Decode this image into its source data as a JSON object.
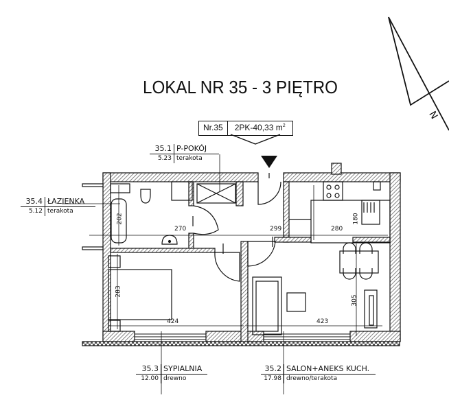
{
  "title": "LOKAL NR 35 - 3 PIĘTRO",
  "badge": {
    "number": "Nr.35",
    "type_area": "2PK-40,33 m",
    "unit_sup": "2"
  },
  "compass": {
    "label": "N",
    "icon": "north-arrow-icon"
  },
  "entrance_marker": {
    "icon": "entrance-triangle-icon"
  },
  "rooms": [
    {
      "id": "35.1",
      "name": "P-POKÓJ",
      "area": "5.23",
      "floor": "terakota"
    },
    {
      "id": "35.4",
      "name": "ŁAZIENKA",
      "area": "5.12",
      "floor": "terakota"
    },
    {
      "id": "35.3",
      "name": "SYPIALNIA",
      "area": "12.00",
      "floor": "drewno"
    },
    {
      "id": "35.2",
      "name": "SALON+ANEKS KUCH.",
      "area": "17.98",
      "floor": "drewno/terakota"
    }
  ],
  "dimensions": {
    "bath_height": "202",
    "hall_width": "270",
    "corridor_width": "299",
    "kitchen_width": "280",
    "kitchen_height": "180",
    "bedroom_height": "283",
    "bedroom_width": "424",
    "living_width": "423",
    "living_height": "305"
  },
  "colors": {
    "ink": "#111111",
    "paper": "#ffffff",
    "hatch": "#777777"
  }
}
